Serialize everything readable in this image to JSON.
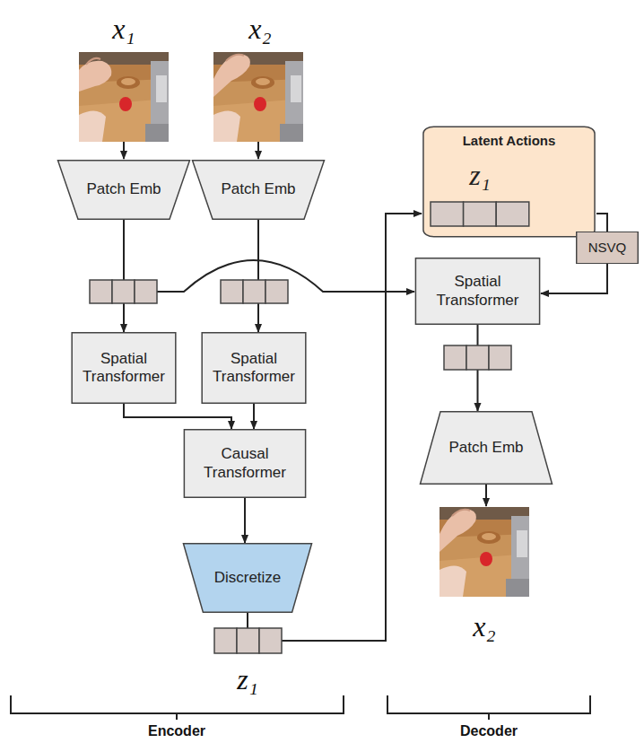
{
  "diagram": {
    "nodes": [
      {
        "text": [
          "Patch Emb"
        ]
      },
      {
        "text": [
          "Patch Emb"
        ]
      },
      {
        "text": [
          "Spatial Transformer"
        ]
      },
      {
        "text": [
          "Spatial Transformer"
        ]
      },
      {
        "text": [
          "Causal Transformer"
        ]
      },
      {
        "text": [
          "Discretize"
        ]
      },
      {
        "text": [
          "Latent Actions",
          "z₁"
        ]
      },
      {
        "text": [
          "NSVQ"
        ]
      },
      {
        "text": [
          "Spatial Transformer"
        ]
      },
      {
        "text": [
          "Patch Emb"
        ]
      }
    ],
    "edges": [
      {
        "from": 0,
        "to": 2,
        "arrow": "to"
      },
      {
        "from": 1,
        "to": 3,
        "arrow": "to"
      },
      {
        "from": 2,
        "to": 4,
        "arrow": "to"
      },
      {
        "from": 3,
        "to": 4,
        "arrow": "to"
      },
      {
        "from": 4,
        "to": 5,
        "arrow": "to"
      },
      {
        "from": 5,
        "to": 6,
        "arrow": "to"
      },
      {
        "from": 6,
        "to": 7,
        "arrow": "none"
      },
      {
        "from": 7,
        "to": 8,
        "arrow": "to"
      },
      {
        "from": 0,
        "to": 8,
        "arrow": "to"
      },
      {
        "from": 8,
        "to": 9,
        "arrow": "to"
      }
    ],
    "labels": [
      "x₁",
      "x₂",
      "z₁",
      "x₂",
      "Encoder",
      "Decoder"
    ]
  }
}
